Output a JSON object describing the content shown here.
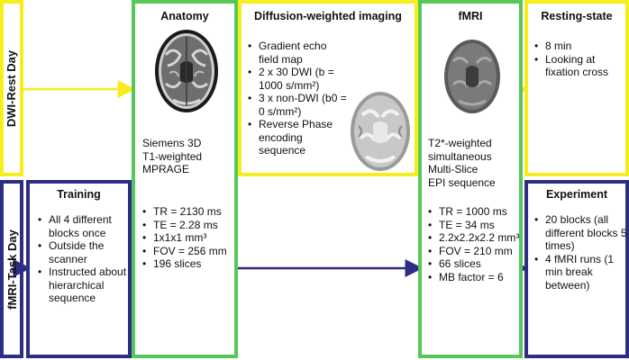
{
  "days": {
    "dwi_rest": "DWI-Rest Day",
    "fmri_task": "fMRI-Task Day"
  },
  "training": {
    "title": "Training",
    "items": [
      "All 4 different blocks once",
      "Outside the scanner",
      "Instructed about hierarchical sequence"
    ]
  },
  "anatomy": {
    "title": "Anatomy",
    "description": "Siemens 3D\nT1-weighted\nMPRAGE",
    "params": [
      "TR = 2130 ms",
      "TE = 2.28 ms",
      "1x1x1 mm³",
      "FOV = 256 mm",
      "196 slices"
    ]
  },
  "dwi": {
    "title": "Diffusion-weighted imaging",
    "items": [
      "Gradient echo field map",
      "2 x 30 DWI (b = 1000 s/mm²)",
      "3 x non-DWI (b0 = 0 s/mm²)",
      "Reverse Phase encoding sequence"
    ]
  },
  "fmri": {
    "title": "fMRI",
    "description": "T2*-weighted\nsimultaneous\nMulti-Slice\nEPI sequence",
    "params": [
      "TR = 1000 ms",
      "TE = 34 ms",
      "2.2x2.2x2.2 mm³",
      "FOV = 210 mm",
      "66 slices",
      "MB factor = 6"
    ]
  },
  "resting": {
    "title": "Resting-state",
    "items": [
      "8 min",
      "Looking at fixation cross"
    ]
  },
  "experiment": {
    "title": "Experiment",
    "items": [
      "20 blocks (all different blocks 5 times)",
      "4 fMRI runs (1 min break between)"
    ]
  },
  "colors": {
    "yellow": "#f7ec1c",
    "blue": "#2d2e83",
    "green": "#58c75a"
  },
  "icons": {
    "anatomy_image": "t1-brain-scan-icon",
    "dwi_image": "diffusion-brain-scan-icon",
    "fmri_image": "epi-brain-scan-icon"
  }
}
